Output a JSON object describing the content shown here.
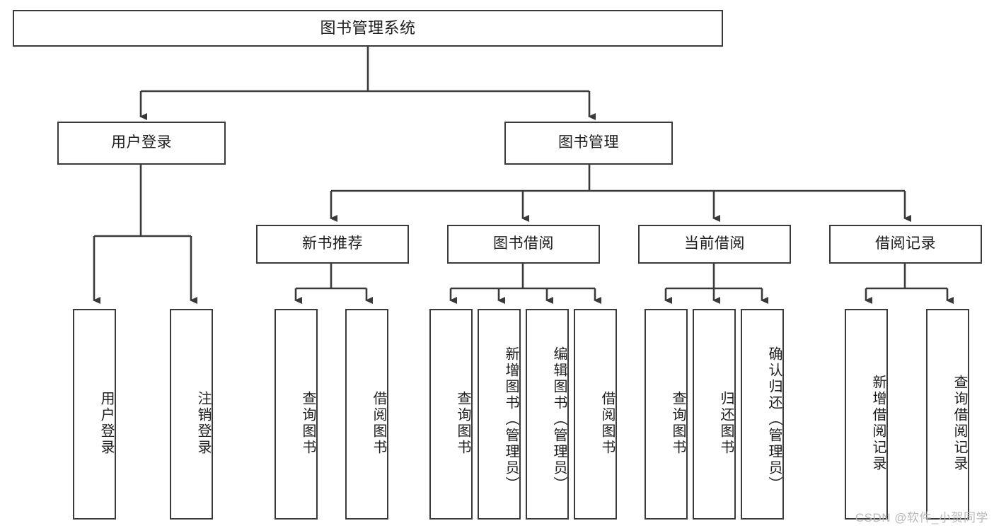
{
  "diagram": {
    "title": "图书管理系统",
    "watermark": "CSDN @软件_小贺同学",
    "colors": {
      "stroke": "#3a3a3a",
      "fill": "#ffffff",
      "text": "#1d1d1d",
      "watermark": "#b9b9b9"
    },
    "root": {
      "label": "图书管理系统"
    },
    "level1": [
      {
        "label": "用户登录"
      },
      {
        "label": "图书管理"
      }
    ],
    "level2": [
      {
        "label": "新书推荐"
      },
      {
        "label": "图书借阅"
      },
      {
        "label": "当前借阅"
      },
      {
        "label": "借阅记录"
      }
    ],
    "leaves": {
      "user_login": [
        {
          "label": "用户登录"
        },
        {
          "label": "注销登录"
        }
      ],
      "new_book": [
        {
          "label": "查询图书"
        },
        {
          "label": "借阅图书"
        }
      ],
      "book_borrow": [
        {
          "label": "查询图书"
        },
        {
          "label": "新增图书（管理员）"
        },
        {
          "label": "编辑图书（管理员）"
        },
        {
          "label": "借阅图书"
        }
      ],
      "current_borrow": [
        {
          "label": "查询图书"
        },
        {
          "label": "归还图书"
        },
        {
          "label": "确认归还（管理员）"
        }
      ],
      "borrow_record": [
        {
          "label": "新增借阅记录"
        },
        {
          "label": "查询借阅记录"
        }
      ]
    }
  }
}
